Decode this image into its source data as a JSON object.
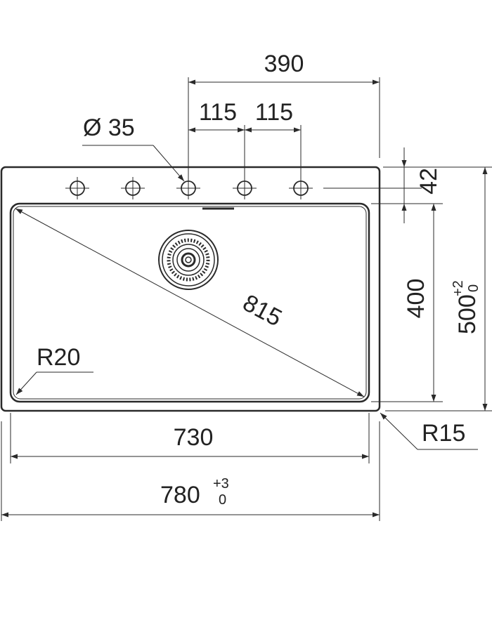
{
  "dimensions": {
    "top_span": "390",
    "hole_spacing_1": "115",
    "hole_spacing_2": "115",
    "hole_diameter": "Ø 35",
    "deck_depth": "42",
    "overall_depth": "500",
    "overall_depth_tol_upper": "+2",
    "overall_depth_tol_lower": "0",
    "bowl_depth": "400",
    "bowl_diagonal": "815",
    "bowl_radius": "R20",
    "outer_radius": "R15",
    "bowl_width": "730",
    "overall_width": "780",
    "overall_width_tol_upper": "+3",
    "overall_width_tol_lower": "0"
  },
  "tap_holes": 5
}
